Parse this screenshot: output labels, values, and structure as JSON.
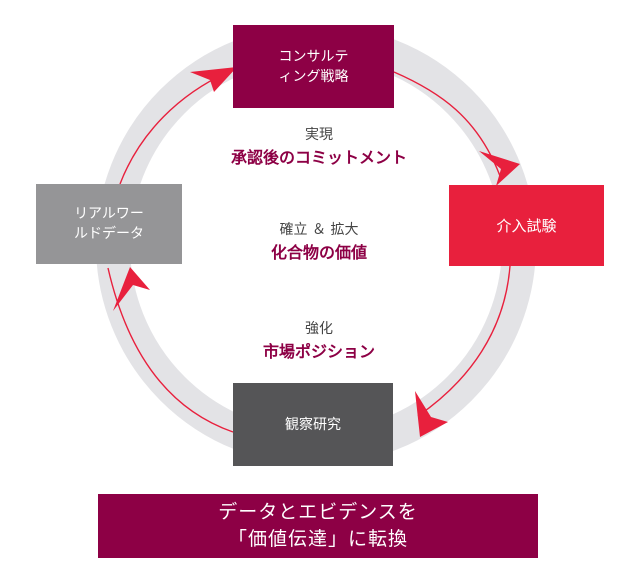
{
  "colors": {
    "ring": "#e3e3e6",
    "arrow": "#e8203d",
    "maroon": "#8d0045",
    "crimson": "#e8203d",
    "dark_gray": "#555557",
    "mid_gray": "#959597",
    "sub_text": "#444444"
  },
  "boxes": {
    "consulting": {
      "line1": "コンサルテ",
      "line2": "ィング戦略"
    },
    "intervention": {
      "label": "介入試験"
    },
    "observational": {
      "label": "観察研究"
    },
    "rwd": {
      "line1": "リアルワー",
      "line2": "ルドデータ"
    }
  },
  "center": {
    "realization": {
      "sub": "実現",
      "main": "承認後のコミットメント"
    },
    "establish": {
      "sub": "確立 ＆ 拡大",
      "main": "化合物の価値"
    },
    "strengthen": {
      "sub": "強化",
      "main": "市場ポジション"
    }
  },
  "banner": {
    "line1": "データとエビデンスを",
    "line2": "「価値伝達」に転換"
  }
}
